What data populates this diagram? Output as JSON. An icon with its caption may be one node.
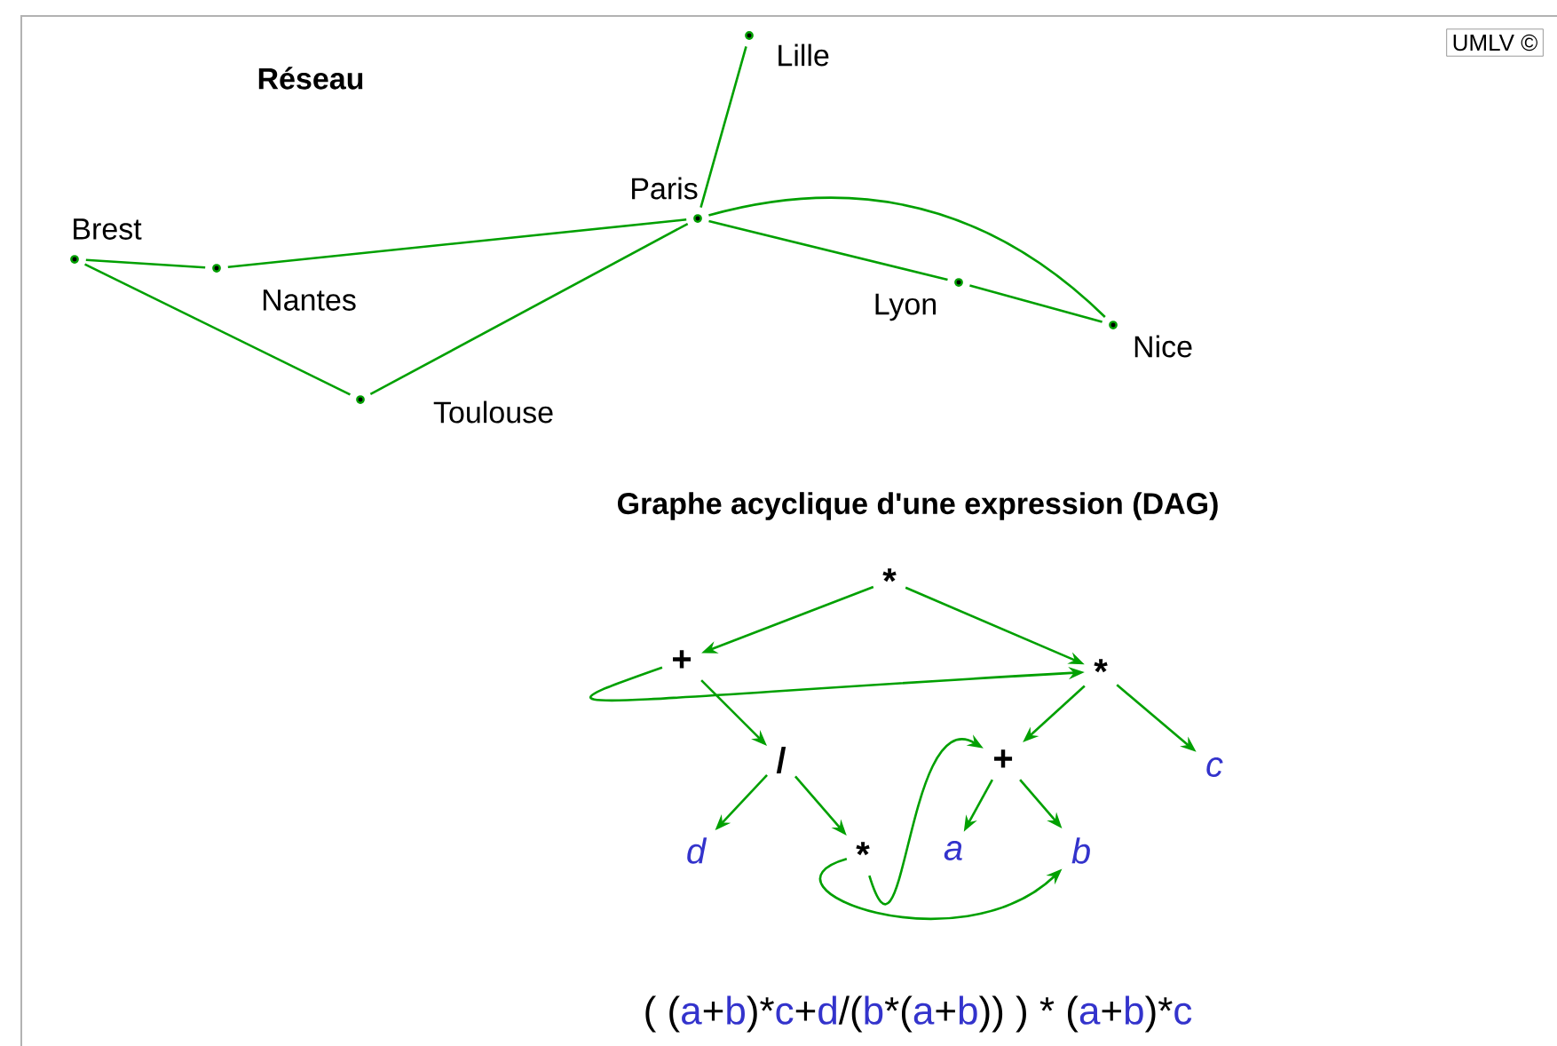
{
  "diagram": {
    "nodes": [
      {
        "text": [
          "Lille"
        ]
      },
      {
        "text": [
          "Paris"
        ]
      },
      {
        "text": [
          "Brest"
        ]
      },
      {
        "text": [
          "Nantes"
        ]
      },
      {
        "text": [
          "Toulouse"
        ]
      },
      {
        "text": [
          "Lyon"
        ]
      },
      {
        "text": [
          "Nice"
        ]
      },
      {
        "text": [
          "*"
        ]
      },
      {
        "text": [
          "+"
        ]
      },
      {
        "text": [
          "*"
        ]
      },
      {
        "text": [
          "/"
        ]
      },
      {
        "text": [
          "+"
        ]
      },
      {
        "text": [
          "c"
        ]
      },
      {
        "text": [
          "d"
        ]
      },
      {
        "text": [
          "*"
        ]
      },
      {
        "text": [
          "a"
        ]
      },
      {
        "text": [
          "b"
        ]
      }
    ],
    "edges": [
      {
        "from": 1,
        "to": 0,
        "arrow": "none"
      },
      {
        "from": 2,
        "to": 3,
        "arrow": "none"
      },
      {
        "from": 3,
        "to": 1,
        "arrow": "none"
      },
      {
        "from": 2,
        "to": 4,
        "arrow": "none"
      },
      {
        "from": 4,
        "to": 1,
        "arrow": "none"
      },
      {
        "from": 1,
        "to": 5,
        "arrow": "none"
      },
      {
        "from": 5,
        "to": 6,
        "arrow": "none"
      },
      {
        "from": 1,
        "to": 6,
        "arrow": "none"
      },
      {
        "from": 7,
        "to": 8,
        "arrow": "to"
      },
      {
        "from": 7,
        "to": 9,
        "arrow": "to"
      },
      {
        "from": 8,
        "to": 10,
        "arrow": "to"
      },
      {
        "from": 8,
        "to": 9,
        "arrow": "to"
      },
      {
        "from": 9,
        "to": 11,
        "arrow": "to"
      },
      {
        "from": 9,
        "to": 12,
        "arrow": "to"
      },
      {
        "from": 10,
        "to": 13,
        "arrow": "to"
      },
      {
        "from": 10,
        "to": 14,
        "arrow": "to"
      },
      {
        "from": 11,
        "to": 15,
        "arrow": "to"
      },
      {
        "from": 11,
        "to": 16,
        "arrow": "to"
      },
      {
        "from": 14,
        "to": 11,
        "arrow": "to"
      },
      {
        "from": 14,
        "to": 16,
        "arrow": "to"
      }
    ],
    "labels": [
      "Réseau",
      "UMLV ©",
      "Graphe acyclique d'une expression (DAG)",
      "( (",
      "a",
      "+",
      "b",
      ")*",
      "c",
      "+",
      "d",
      "/(",
      "b",
      "*(",
      "a",
      "+",
      "b",
      ")) ) * (",
      "a",
      "+",
      "b",
      ")*",
      "c"
    ]
  }
}
